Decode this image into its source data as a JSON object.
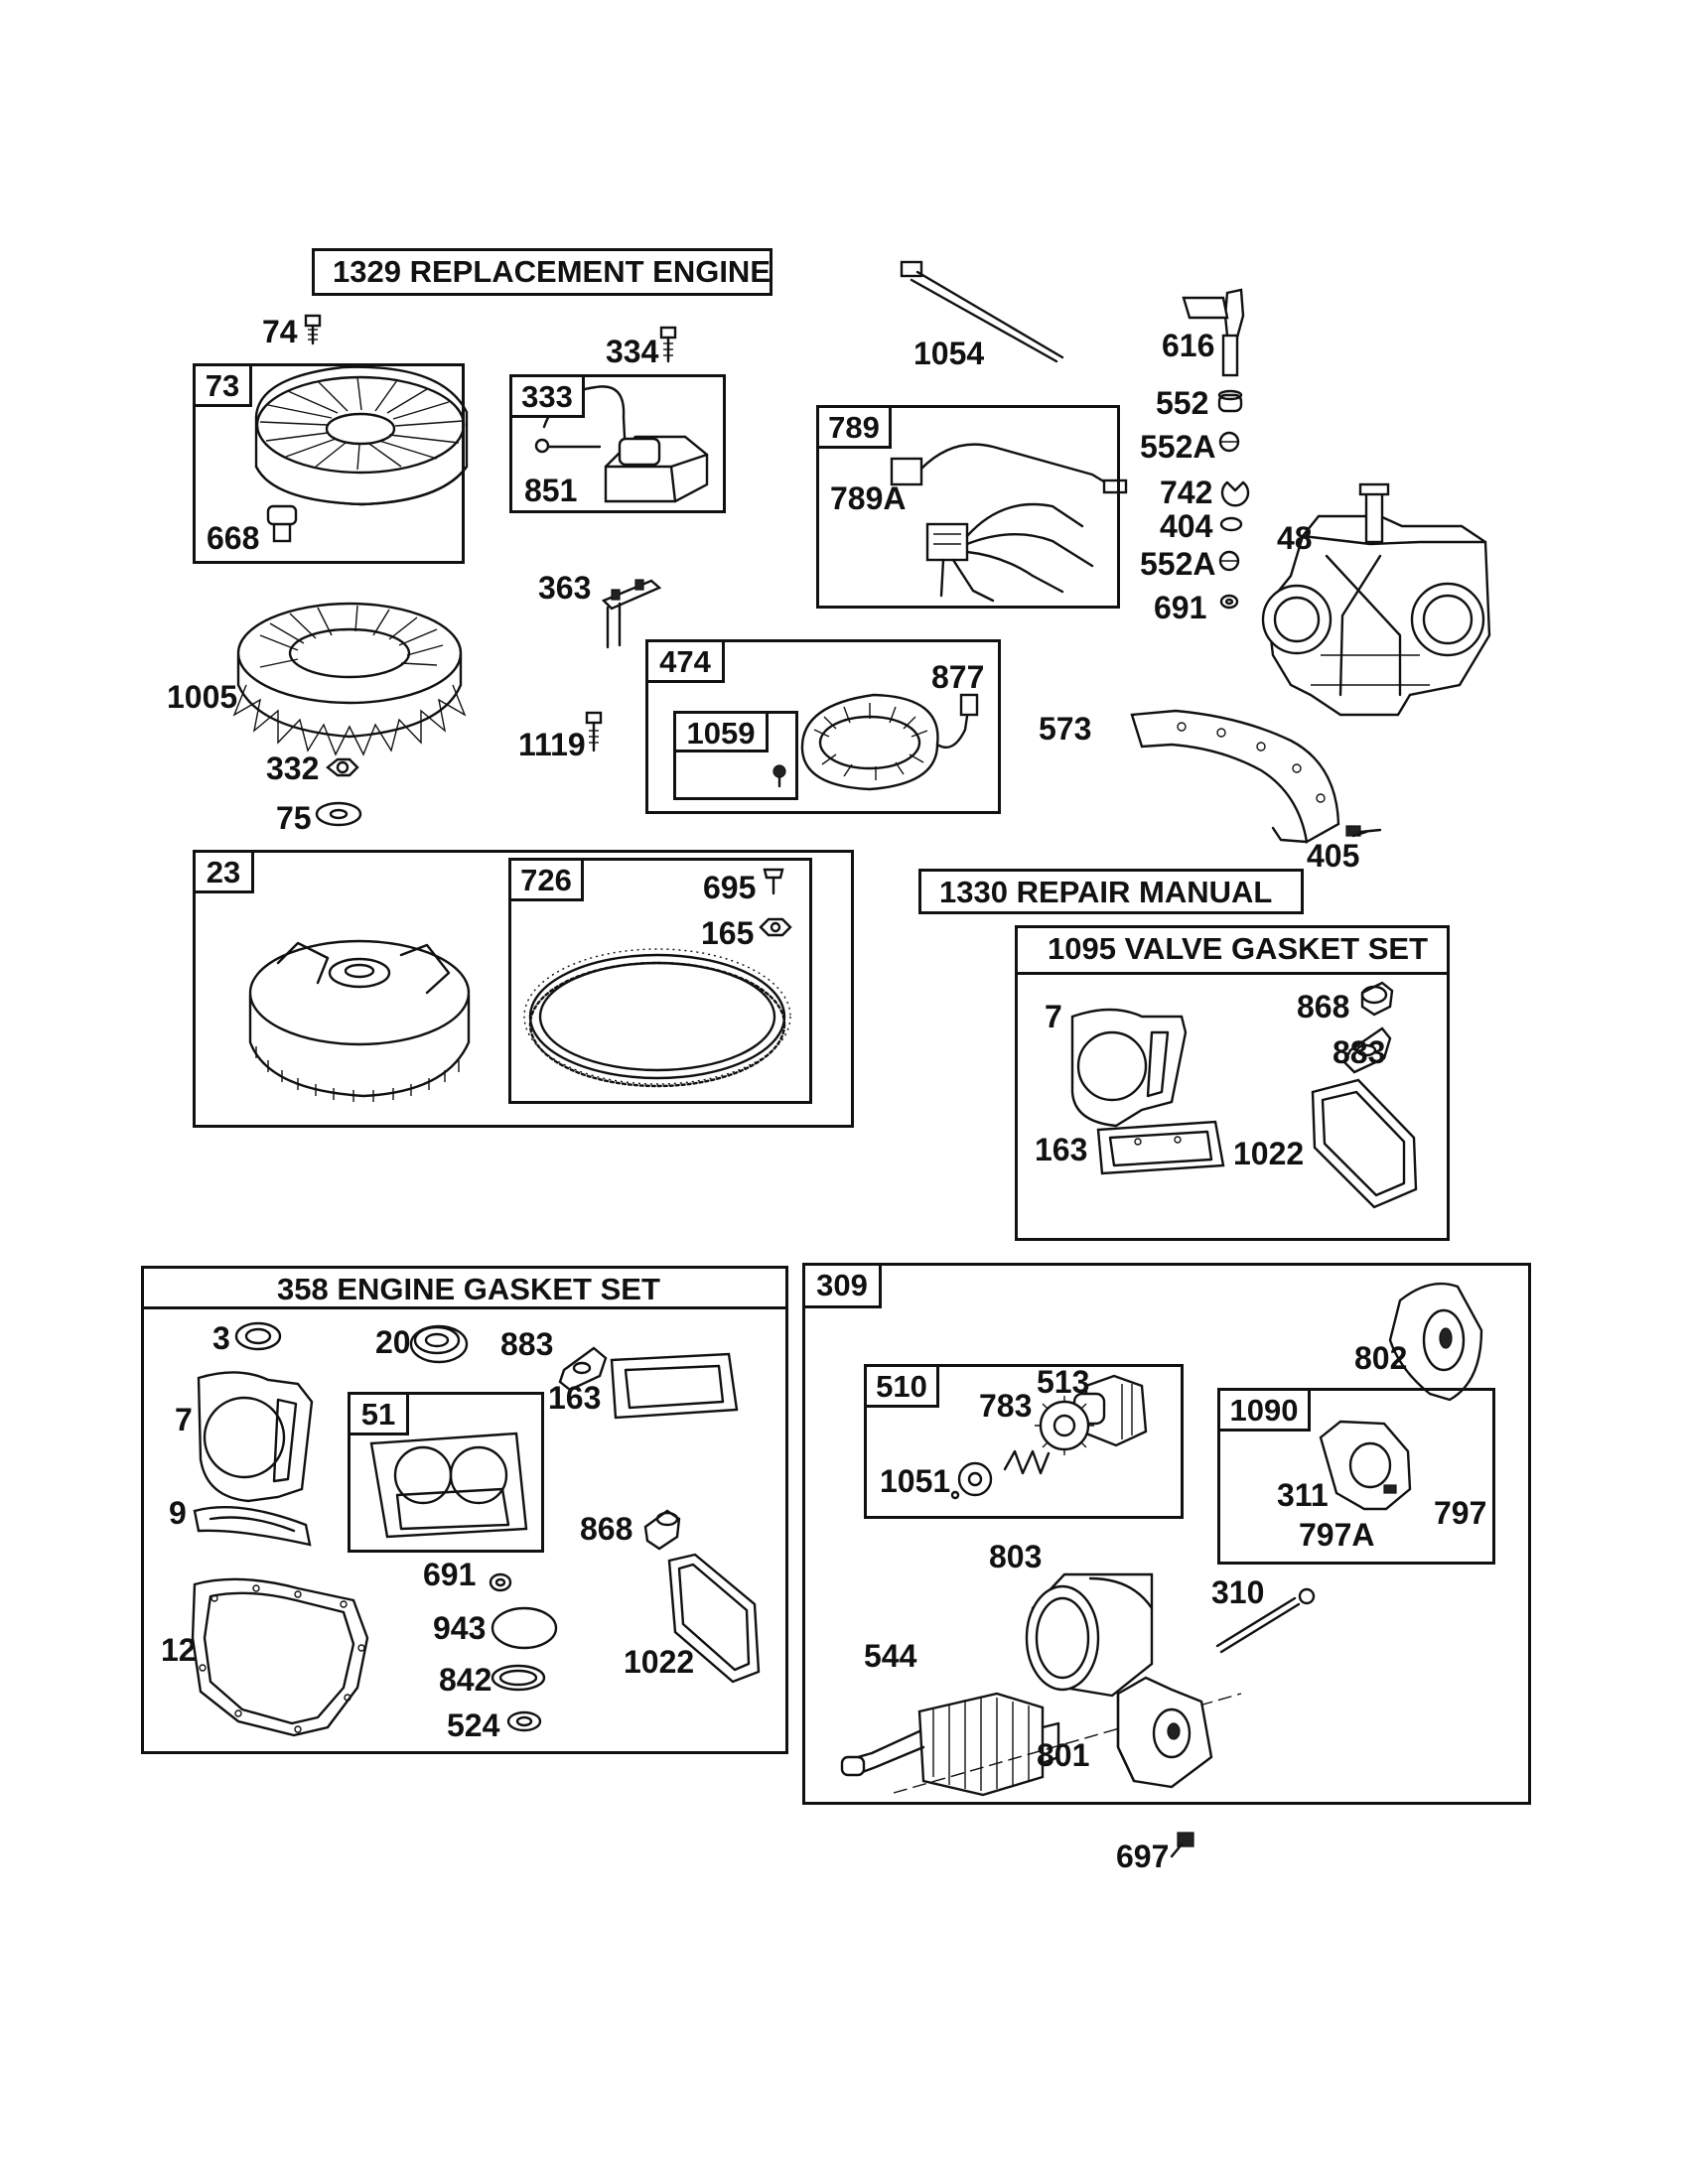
{
  "titles": {
    "replacement_engine": "1329 REPLACEMENT ENGINE",
    "repair_manual": "1330 REPAIR MANUAL",
    "valve_gasket_set": "1095 VALVE GASKET SET",
    "engine_gasket_set": "358 ENGINE GASKET SET"
  },
  "box_tags": {
    "b73": "73",
    "b333": "333",
    "b789": "789",
    "b474": "474",
    "b1059": "1059",
    "b23": "23",
    "b726": "726",
    "b51": "51",
    "b309": "309",
    "b510": "510",
    "b1090": "1090"
  },
  "part_labels": {
    "p74": "74",
    "p334": "334",
    "p1054": "1054",
    "p616": "616",
    "p552": "552",
    "p552A_1": "552A",
    "p742": "742",
    "p404": "404",
    "p552A_2": "552A",
    "p691_top": "691",
    "p48": "48",
    "p851": "851",
    "p789A": "789A",
    "p668": "668",
    "p363": "363",
    "p1005": "1005",
    "p877": "877",
    "p573": "573",
    "p1119": "1119",
    "p332": "332",
    "p75": "75",
    "p405": "405",
    "p695": "695",
    "p165": "165",
    "p7_valve": "7",
    "p868_valve": "868",
    "p883_valve": "883",
    "p163_valve": "163",
    "p1022_valve": "1022",
    "p3": "3",
    "p20": "20",
    "p883": "883",
    "p163": "163",
    "p7": "7",
    "p9": "9",
    "p868": "868",
    "p691": "691",
    "p12": "12",
    "p943": "943",
    "p842": "842",
    "p524": "524",
    "p1022": "1022",
    "p802": "802",
    "p783": "783",
    "p513": "513",
    "p1051": "1051",
    "p311": "311",
    "p797": "797",
    "p797A": "797A",
    "p803": "803",
    "p310": "310",
    "p544": "544",
    "p801": "801",
    "p697": "697"
  }
}
